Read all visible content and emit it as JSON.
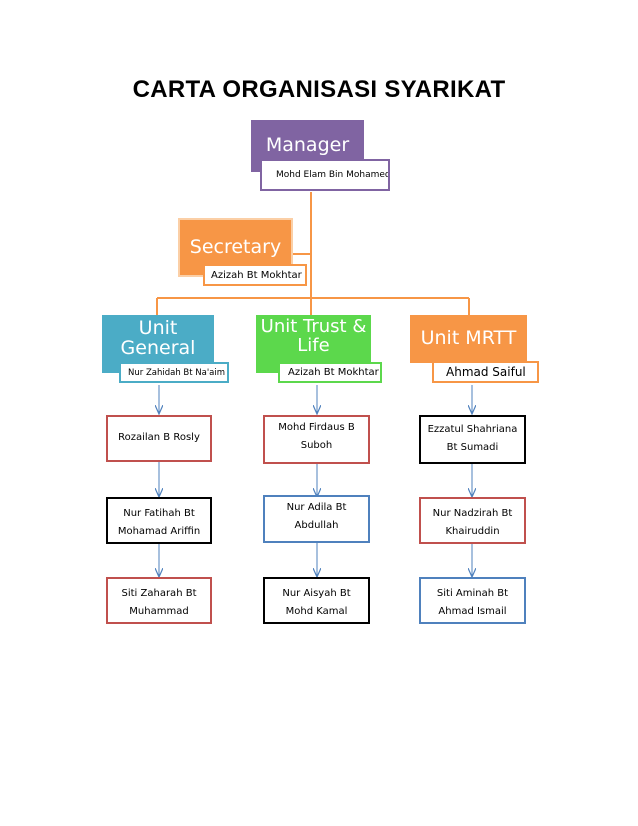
{
  "title": "CARTA ORGANISASI SYARIKAT",
  "colors": {
    "manager": "#8064a2",
    "secretary": "#f79646",
    "unit_general": "#4bacc6",
    "unit_trust": "#5cd84c",
    "unit_mrtt": "#f79646",
    "connector": "#f79646",
    "arrow": "#4f81bd",
    "box_red": "#c0504d",
    "box_black": "#000000"
  },
  "manager": {
    "label": "Manager",
    "name": "Mohd Elam Bin Mohamed"
  },
  "secretary": {
    "label": "Secretary",
    "name": "Azizah Bt Mokhtar"
  },
  "units": [
    {
      "label": "Unit General",
      "head": "Nur Zahidah Bt Na'aim",
      "members": [
        {
          "line1": "Rozailan B Rosly",
          "line2": ""
        },
        {
          "line1": "Nur Fatihah Bt",
          "line2": "Mohamad Ariffin"
        },
        {
          "line1": "Siti Zaharah Bt",
          "line2": "Muhammad"
        }
      ]
    },
    {
      "label": "Unit Trust & Life",
      "head": "Azizah Bt Mokhtar",
      "members": [
        {
          "line1": "Mohd Firdaus B",
          "line2": "Suboh"
        },
        {
          "line1": "Nur Adila Bt",
          "line2": "Abdullah"
        },
        {
          "line1": "Nur Aisyah Bt",
          "line2": "Mohd Kamal"
        }
      ]
    },
    {
      "label": "Unit MRTT",
      "head": "Ahmad Saiful",
      "members": [
        {
          "line1": "Ezzatul Shahriana",
          "line2": "Bt Sumadi"
        },
        {
          "line1": "Nur Nadzirah Bt",
          "line2": "Khairuddin"
        },
        {
          "line1": "Siti Aminah Bt",
          "line2": "Ahmad Ismail"
        }
      ]
    }
  ]
}
